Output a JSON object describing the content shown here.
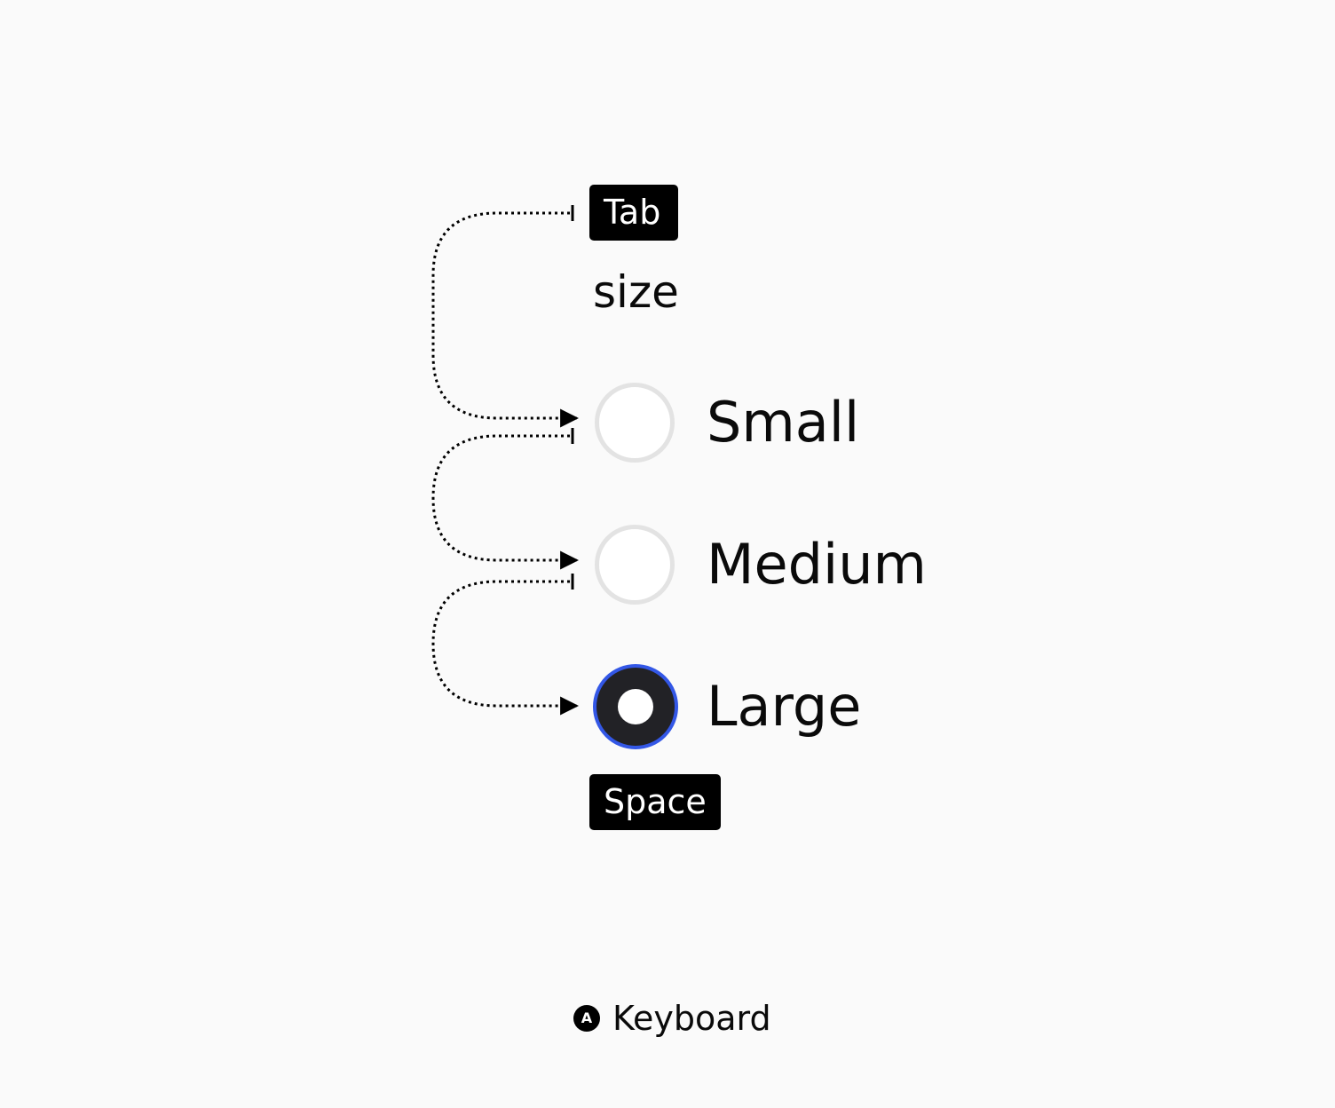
{
  "keys": {
    "tab": "Tab",
    "space": "Space"
  },
  "radio_group": {
    "label": "size",
    "options": [
      {
        "label": "Small",
        "checked": false
      },
      {
        "label": "Medium",
        "checked": false
      },
      {
        "label": "Large",
        "checked": true
      }
    ]
  },
  "legend": {
    "icon_letter": "A",
    "label": "Keyboard"
  },
  "colors": {
    "background": "#fafafa",
    "badge": "#000000",
    "radio_border": "#e3e3e3",
    "radio_checked_fill": "#222226",
    "focus_ring": "#3357e6"
  }
}
